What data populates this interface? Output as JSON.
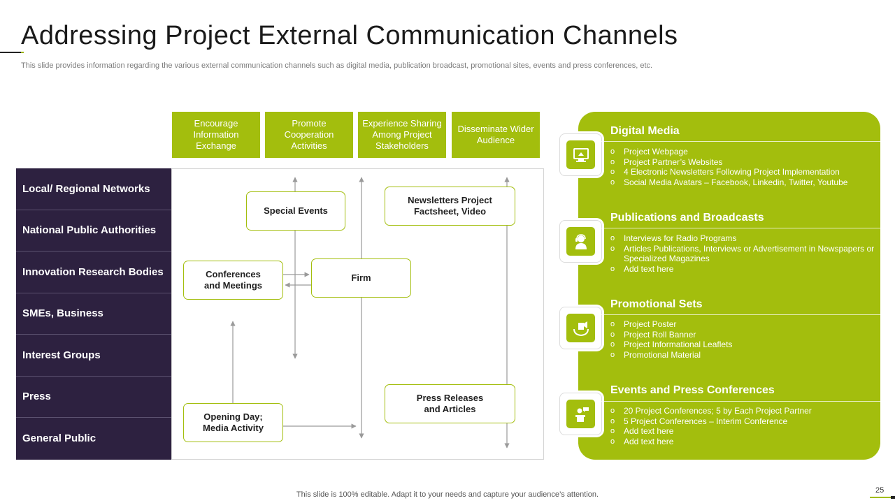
{
  "slide": {
    "title": "Addressing Project External Communication Channels",
    "subtitle": "This slide provides information regarding the various external communication channels such as digital media, publication broadcast, promotional sites, events and press conferences, etc.",
    "footer": "This slide is 100% editable. Adapt it to your needs and capture your audience’s attention.",
    "page_number": "25"
  },
  "top_boxes": [
    "Encourage Information Exchange",
    "Promote Cooperation Activities",
    "Experience Sharing Among Project Stakeholders",
    "Disseminate Wider Audience"
  ],
  "rows": [
    "Local/ Regional Networks",
    "National Public Authorities",
    "Innovation Research Bodies",
    "SMEs, Business",
    "Interest Groups",
    "Press",
    "General Public"
  ],
  "nodes": {
    "special_events": "Special Events",
    "newsletters": "Newsletters Project Factsheet, Video",
    "conferences": "Conferences and Meetings",
    "firm": "Firm",
    "press_releases": "Press Releases and Articles",
    "opening_day": "Opening Day; Media Activity"
  },
  "sections": [
    {
      "title": "Digital Media",
      "icon": "website-icon",
      "items": [
        "Project Webpage",
        "Project Partner’s Websites",
        "4 Electronic Newsletters Following Project Implementation",
        "Social Media Avatars – Facebook, Linkedin, Twitter, Youtube"
      ]
    },
    {
      "title": "Publications and Broadcasts",
      "icon": "broadcaster-icon",
      "items": [
        "Interviews for Radio Programs",
        "Articles Publications, Interviews or Advertisement in Newspapers or Specialized Magazines",
        "Add text here"
      ]
    },
    {
      "title": "Promotional Sets",
      "icon": "promotion-icon",
      "items": [
        "Project Poster",
        "Project Roll Banner",
        "Project Informational Leaflets",
        "Promotional Material"
      ]
    },
    {
      "title": "Events and Press Conferences",
      "icon": "speaker-podium-icon",
      "items": [
        "20 Project Conferences; 5 by Each Project Partner",
        "5 Project Conferences – Interim Conference",
        "Add text here",
        "Add text here"
      ]
    }
  ],
  "colors": {
    "accent": "#a3be0d",
    "dark": "#2d2140",
    "text": "#1a1a1a"
  }
}
